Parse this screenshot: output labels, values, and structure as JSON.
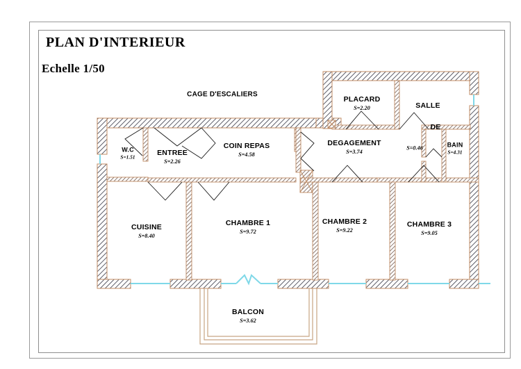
{
  "document": {
    "title": "PLAN D'INTERIEUR",
    "scale_label": "Echelle 1/50"
  },
  "annotations": {
    "stairwell": "CAGE D'ESCALIERS",
    "bathroom_word_1": "SALLE",
    "bathroom_word_2": "DE",
    "small_area": "S=0.46"
  },
  "rooms": [
    {
      "id": "wc",
      "name": "W.C",
      "area": "S=1.51"
    },
    {
      "id": "entree",
      "name": "ENTREE",
      "area": "S=2.26"
    },
    {
      "id": "coin-repas",
      "name": "COIN REPAS",
      "area": "S=4.58"
    },
    {
      "id": "placard",
      "name": "PLACARD",
      "area": "S=2.20"
    },
    {
      "id": "degagement",
      "name": "DEGAGEMENT",
      "area": "S=3.74"
    },
    {
      "id": "bain",
      "name": "BAIN",
      "area": "S=4.31"
    },
    {
      "id": "cuisine",
      "name": "CUISINE",
      "area": "S=8.40"
    },
    {
      "id": "chambre-1",
      "name": "CHAMBRE 1",
      "area": "S=9.72"
    },
    {
      "id": "chambre-2",
      "name": "CHAMBRE 2",
      "area": "S=9.22"
    },
    {
      "id": "chambre-3",
      "name": "CHAMBRE 3",
      "area": "S=9.05"
    },
    {
      "id": "balcon",
      "name": "BALCON",
      "area": "S=3.62"
    }
  ],
  "colors": {
    "wall_outline": "#c08b63",
    "wall_hatch": "#3b3b4d",
    "window_glazing": "#7fd8e8",
    "door_arc": "#1a1a1a",
    "frame": "#9a9a9a",
    "paper": "#ffffff",
    "text": "#000000"
  }
}
